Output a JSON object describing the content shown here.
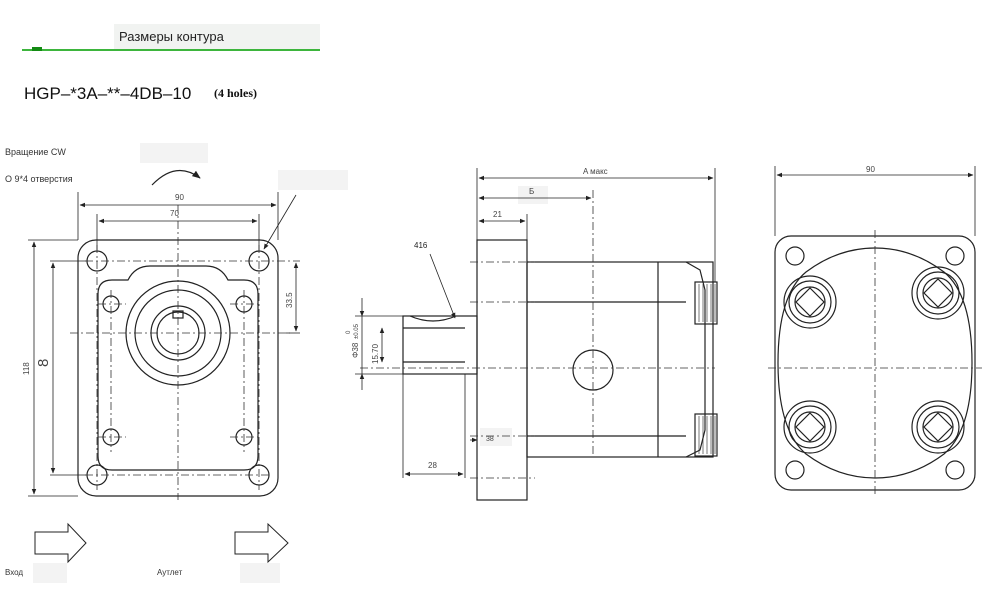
{
  "header": {
    "title": "Размеры контура",
    "accent_color": "#3db53d"
  },
  "model": {
    "code": "HGP–*3A–**–4DB–10",
    "holes": "(4 holes)"
  },
  "notes": {
    "rotation": "Вращение CW",
    "holes": "O 9*4 отверстия",
    "inlet": "Вход",
    "outlet": "Аутлет"
  },
  "front_view": {
    "dim_outer_width": "90",
    "dim_bolt_spacing": "70",
    "dim_height": "118",
    "dim_center": "8",
    "dim_offset": "33.5"
  },
  "side_view": {
    "dim_total_length": "A макс",
    "dim_b": "Б",
    "dim_flange": "21",
    "dim_shaft_diameter": "Φ38",
    "dim_tolerance_upper": "0",
    "dim_tolerance_lower": "±0.05",
    "dim_shaft_flat": "15.70",
    "dim_shaft_length": "28",
    "dim_shaft_ref": "38",
    "label_part": "416"
  },
  "rear_view": {
    "dim_width": "90"
  },
  "icons": [
    "rotation-arrow-icon",
    "inlet-arrow-icon",
    "outlet-arrow-icon"
  ]
}
